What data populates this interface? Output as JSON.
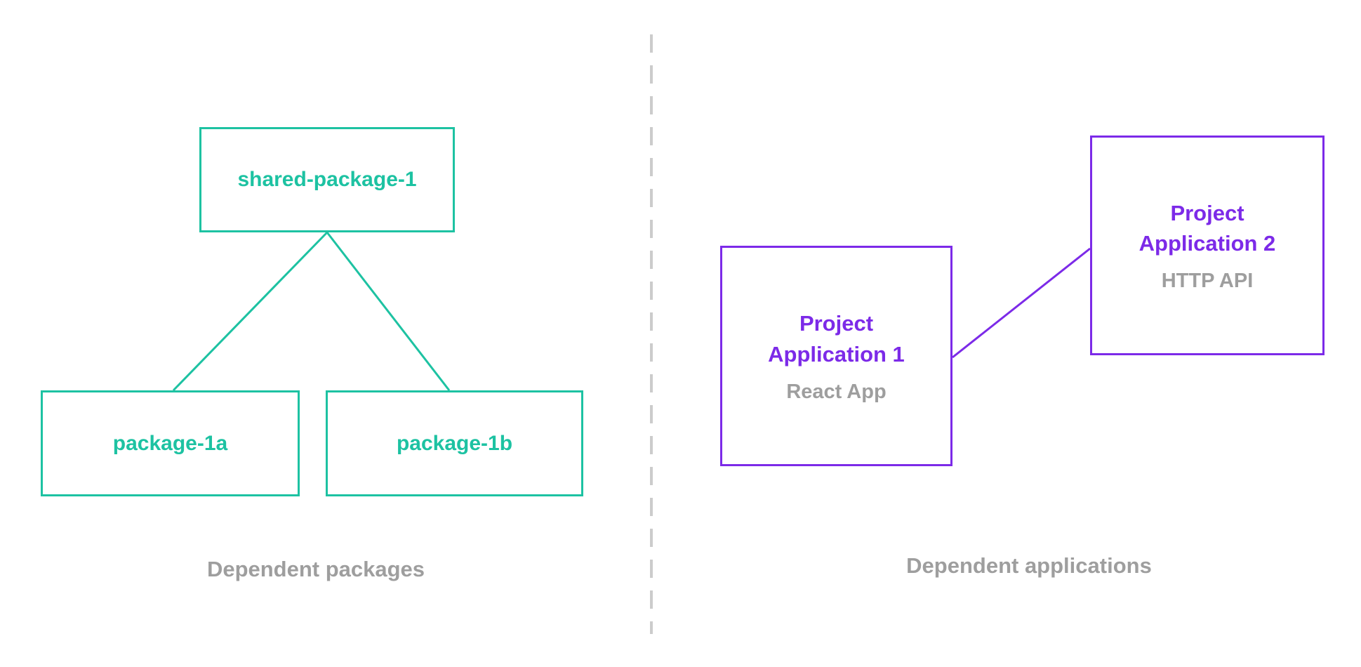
{
  "colors": {
    "package_accent": "#1dc2a2",
    "application_accent": "#7c2ae8",
    "muted_text": "#9e9e9e",
    "divider": "#cccccc"
  },
  "diagram": {
    "left": {
      "caption": "Dependent packages",
      "nodes": {
        "shared": {
          "label": "shared-package-1"
        },
        "pkg1a": {
          "label": "package-1a"
        },
        "pkg1b": {
          "label": "package-1b"
        }
      }
    },
    "right": {
      "caption": "Dependent applications",
      "nodes": {
        "app1": {
          "title": "Project Application 1",
          "subtitle": "React App"
        },
        "app2": {
          "title": "Project Application 2",
          "subtitle": "HTTP API"
        }
      }
    }
  }
}
